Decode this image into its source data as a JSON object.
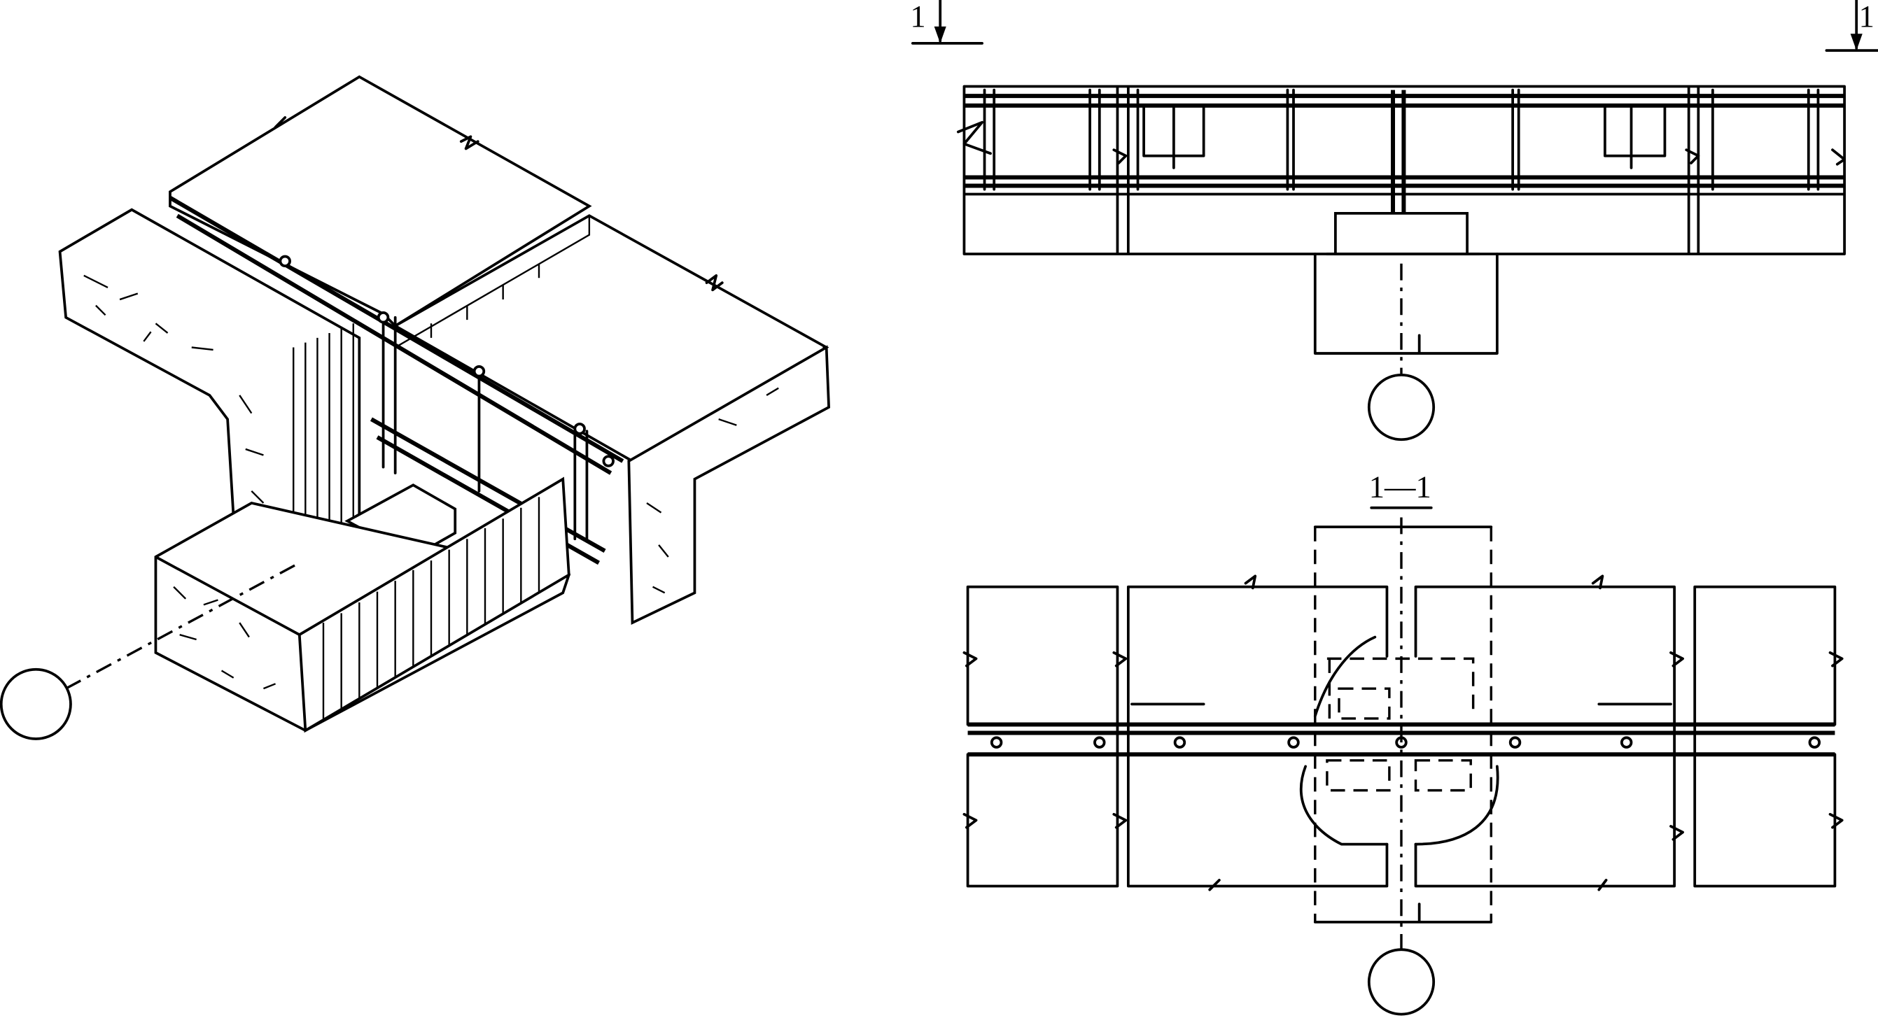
{
  "labels": {
    "section_mark_left": "1",
    "section_mark_right": "1",
    "section_title": "1—1"
  },
  "colors": {
    "ink": "#000000",
    "paper": "#ffffff"
  },
  "views": [
    "isometric-view",
    "elevation-view",
    "section-plan-view"
  ]
}
